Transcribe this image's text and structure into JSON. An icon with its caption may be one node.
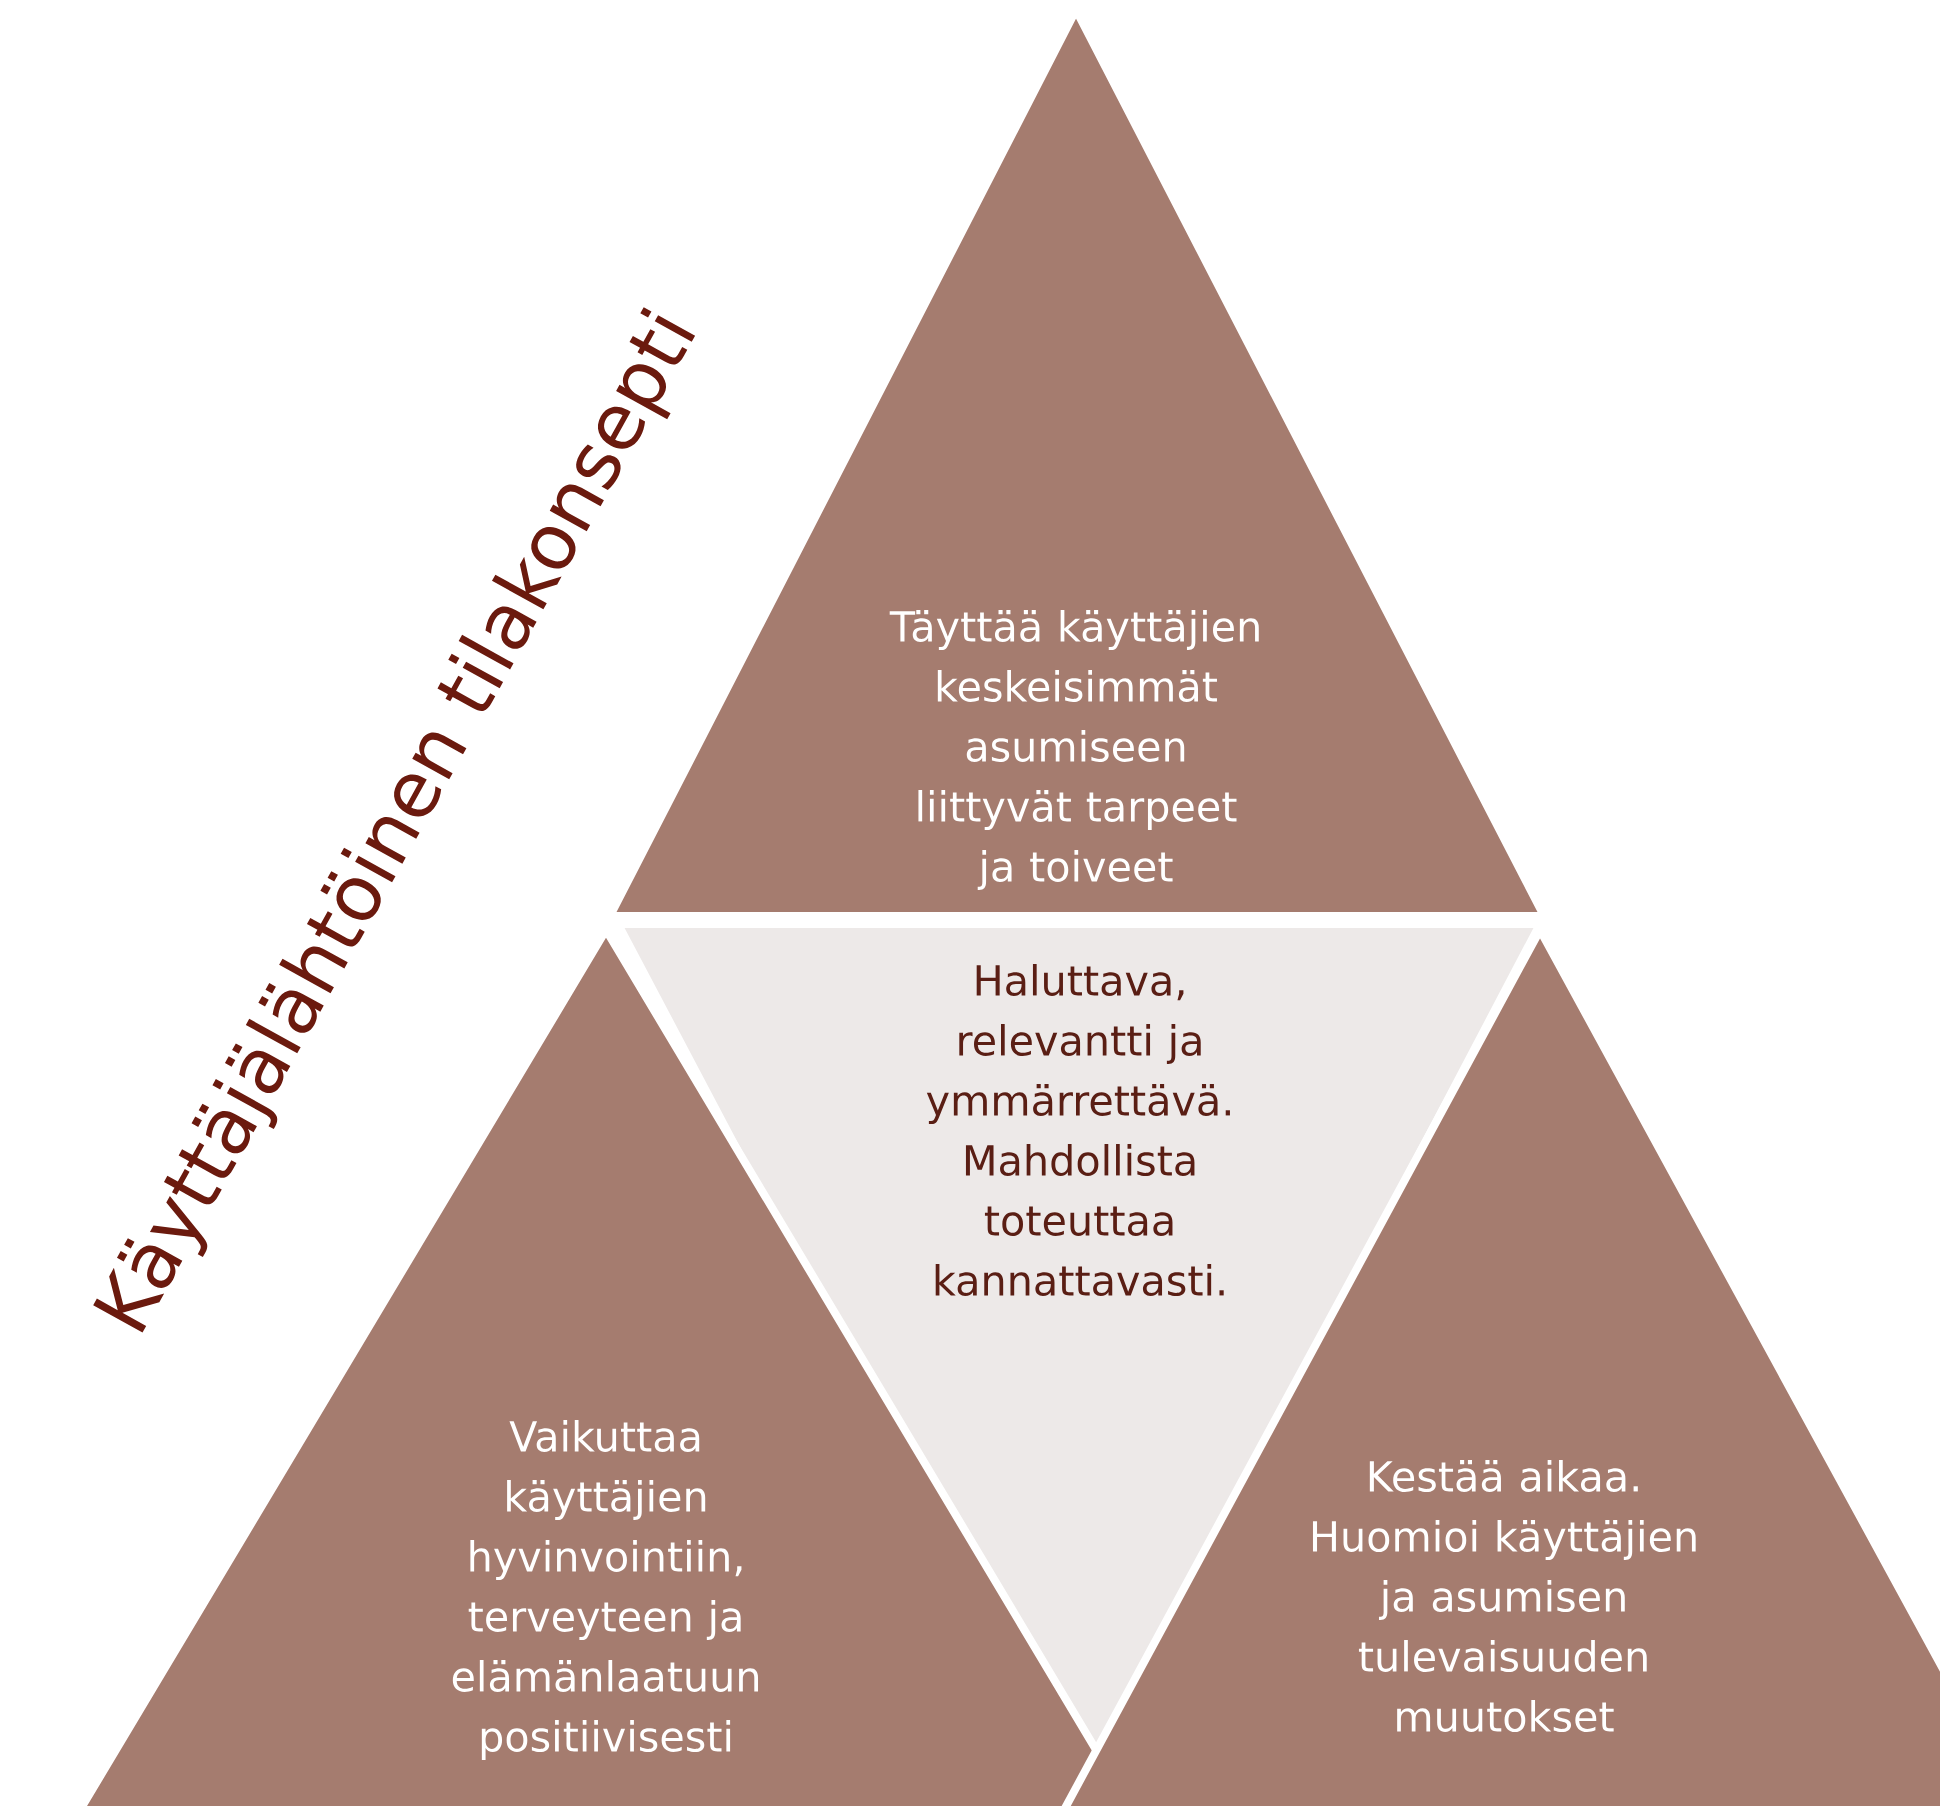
{
  "diagram": {
    "title": "Käyttäjälähtöinen tilakonsepti",
    "nodes": [
      {
        "text": [
          "Täyttää käyttäjien keskeisimmät asumiseen liittyvät tarpeet ja toiveet"
        ]
      },
      {
        "text": [
          "Haluttava, relevantti ja ymmärrettävä. Mahdollista toteuttaa kannattavasti."
        ]
      },
      {
        "text": [
          "Vaikuttaa käyttäjien hyvinvointiin, terveyteen ja elämänlaatuun positiivisesti"
        ]
      },
      {
        "text": [
          "Kestää aikaa. Huomioi käyttäjien ja asumisen tulevaisuuden muutokset"
        ]
      }
    ],
    "edges": []
  }
}
